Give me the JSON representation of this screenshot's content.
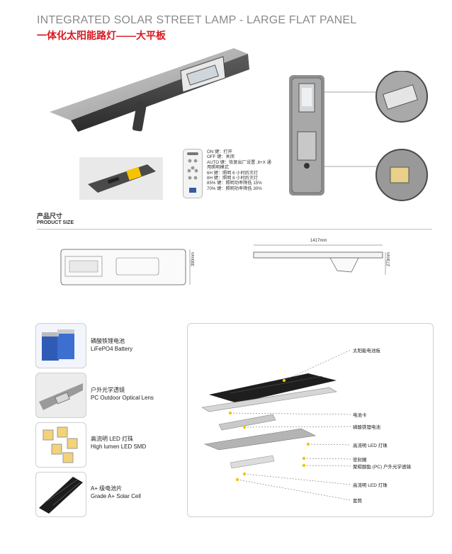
{
  "header": {
    "title_en": "INTEGRATED SOLAR STREET LAMP - LARGE FLAT PANEL",
    "title_cn": "一体化太阳能路灯——大平板"
  },
  "remote": {
    "notes": [
      "ON 键：打开",
      "OFF 键：关闭",
      "AUTO 键：恢复出厂设置 ,6+X 通",
      "用照明模式",
      "6H 键：照明 6 小时后灭灯",
      "8H 键：照明 8 小时后灭灯",
      "85% 键：照明功率降低 15%",
      "70% 键：照明功率降低 30%"
    ]
  },
  "section": {
    "title_cn": "产品尺寸",
    "title_en": "PRODUCT SIZE"
  },
  "dimensions": {
    "length": "1417mm",
    "width": "390mm",
    "height": "273mm"
  },
  "features": [
    {
      "cn": "磷酸铁锂电池",
      "en": "LiFePO4 Battery"
    },
    {
      "cn": "户外光学透镜",
      "en": "PC Outdoor Optical Lens"
    },
    {
      "cn": "高流明 LED 灯珠",
      "en": "High lumen LED SMD"
    },
    {
      "cn": "A+ 级电池片",
      "en": "Grade A+ Solar Cell"
    }
  ],
  "exploded_labels": [
    "太阳能电池板",
    "电池卡",
    "磷酸铁锂电池",
    "高流明 LED 灯珠",
    "密封圈",
    "聚碳酸酯 (PC) 户外光学透镜",
    "高流明 LED 灯珠",
    "套筒"
  ],
  "colors": {
    "accent_red": "#d71920",
    "title_grey": "#8a8a8a",
    "callout_yellow": "#f5c400"
  }
}
